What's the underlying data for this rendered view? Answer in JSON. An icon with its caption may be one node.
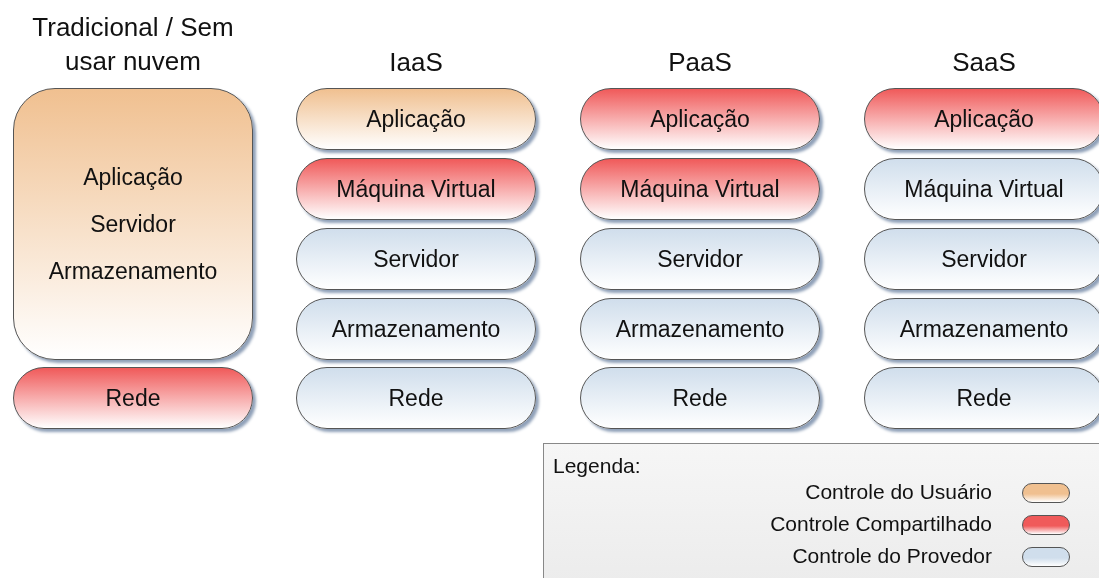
{
  "diagram": {
    "nodes": [
      {
        "text": [
          "Aplicação",
          "Servidor",
          "Armazenamento"
        ]
      },
      {
        "text": [
          "Rede"
        ]
      },
      {
        "text": [
          "Aplicação"
        ]
      },
      {
        "text": [
          "Máquina Virtual"
        ]
      },
      {
        "text": [
          "Servidor"
        ]
      },
      {
        "text": [
          "Armazenamento"
        ]
      },
      {
        "text": [
          "Rede"
        ]
      },
      {
        "text": [
          "Aplicação"
        ]
      },
      {
        "text": [
          "Máquina Virtual"
        ]
      },
      {
        "text": [
          "Servidor"
        ]
      },
      {
        "text": [
          "Armazenamento"
        ]
      },
      {
        "text": [
          "Rede"
        ]
      },
      {
        "text": [
          "Aplicação"
        ]
      },
      {
        "text": [
          "Máquina Virtual"
        ]
      },
      {
        "text": [
          "Servidor"
        ]
      },
      {
        "text": [
          "Armazenamento"
        ]
      },
      {
        "text": [
          "Rede"
        ]
      }
    ],
    "labels": [
      "Tradicional / Sem usar nuvem",
      "IaaS",
      "PaaS",
      "SaaS",
      "Legenda:"
    ],
    "legend": [
      {
        "text": "Controle do Usuário",
        "color": "#f0c090"
      },
      {
        "text": "Controle Compartilhado",
        "color": "#f05a5a"
      },
      {
        "text": "Controle do Provedor",
        "color": "#d0deec"
      }
    ]
  }
}
